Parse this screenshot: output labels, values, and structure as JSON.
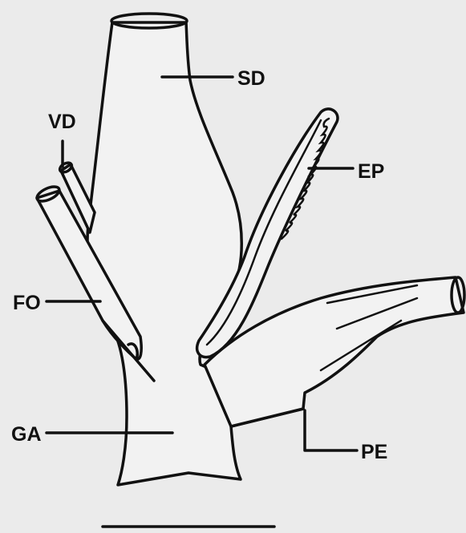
{
  "labels": {
    "sd": "SD",
    "vd": "VD",
    "ep": "EP",
    "fo": "FO",
    "ga": "GA",
    "pe": "PE"
  },
  "colors": {
    "background": "#ebebeb",
    "ink": "#111111"
  }
}
